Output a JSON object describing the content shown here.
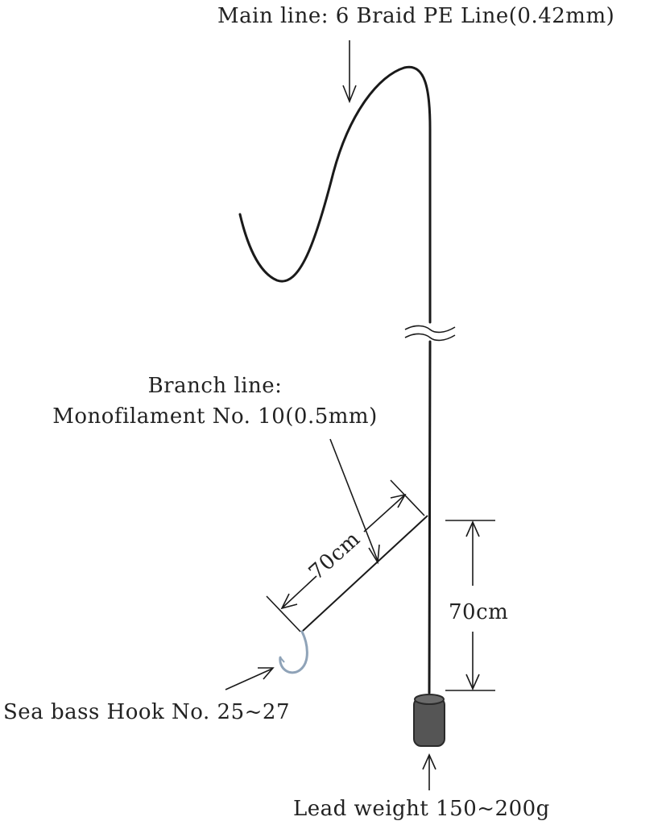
{
  "title": "",
  "labels": {
    "main_line": "Main line: 6 Braid PE Line(0.42mm)",
    "branch_line_1": "Branch line:",
    "branch_line_2": "Monofilament No. 10(0.5mm)",
    "branch_length": "70cm",
    "drop_length": "70cm",
    "hook": "Sea bass Hook No. 25~27",
    "weight": "Lead weight 150~200g"
  },
  "colors": {
    "line": "#1a1a1a",
    "text": "#222222",
    "hook": "#8fa3b8",
    "weight": "#555555",
    "weight_edge": "#2a2a2a"
  }
}
